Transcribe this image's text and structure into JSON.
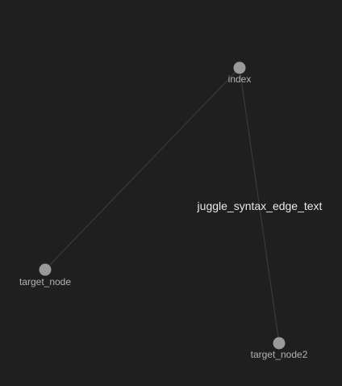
{
  "graph": {
    "node_color": "#9a9a9a",
    "edge_color": "#3a3a3a",
    "label_color": "#b3b3b3",
    "edge_label_color": "#e8e8e8",
    "nodes": [
      {
        "id": "index",
        "label": "index"
      },
      {
        "id": "target_node",
        "label": "target_node"
      },
      {
        "id": "target_node2",
        "label": "target_node2"
      }
    ],
    "edges": [
      {
        "from": "index",
        "to": "target_node",
        "label": ""
      },
      {
        "from": "index",
        "to": "target_node2",
        "label": "juggle_syntax_edge_text"
      }
    ]
  }
}
